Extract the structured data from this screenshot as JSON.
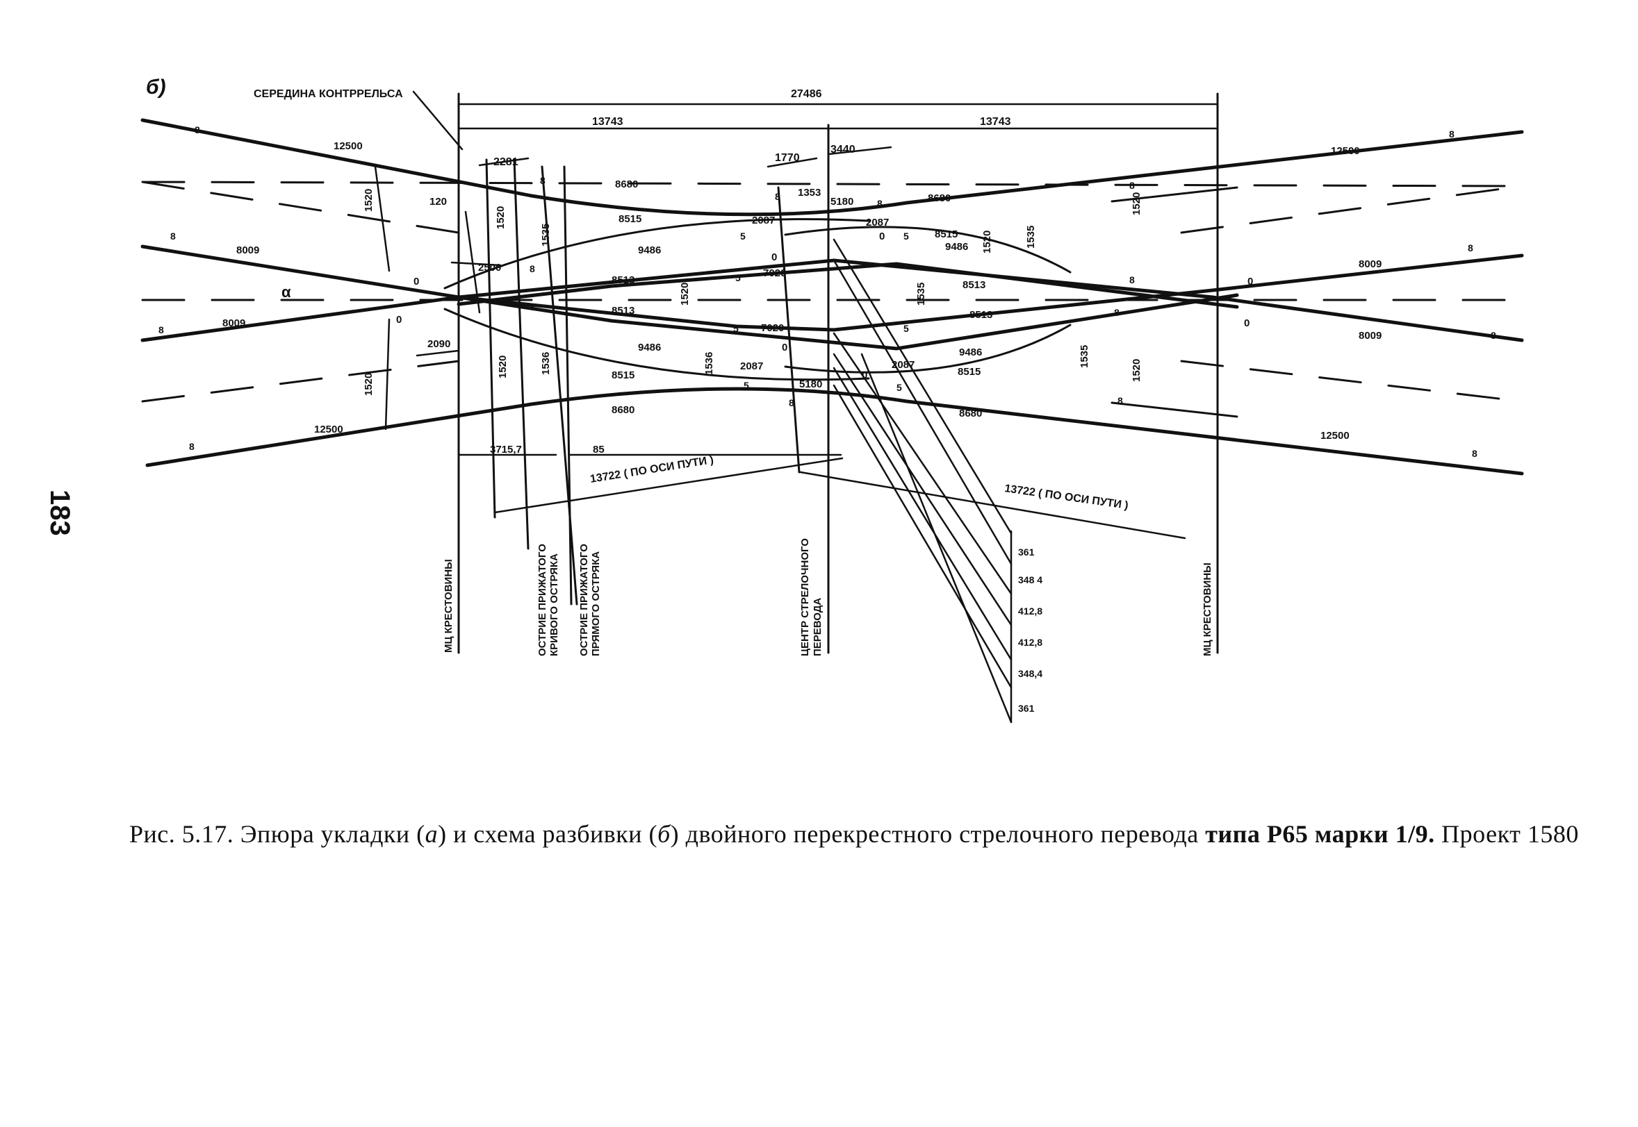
{
  "panel_letter": "б)",
  "page_number": "183",
  "caption": {
    "prefix": "Рис. 5.17. Эпюра укладки (",
    "a": "а",
    "middle": ") и схема разбивки (",
    "b": "б",
    "suffix_regular": ") двойного перекрестного стрелочного перевода ",
    "suffix_bold": "типа Р65 марки 1/9.",
    "tail": " Проект 1580"
  },
  "labels": {
    "contrarail_middle": "СЕРЕДИНА КОНТРРЕЛЬСА",
    "overall": "27486",
    "half_left": "13743",
    "half_right": "13743",
    "d2281": "2281",
    "d1770": "1770",
    "d3440": "3440",
    "d1353": "1353",
    "d5180_top": "5180",
    "d5180_bot": "5180",
    "d120": "120",
    "d2500": "2500",
    "d2090": "2090",
    "d3715": "3715,7",
    "d85": "85",
    "axis_left": "13722 ( ПО ОСИ ПУТИ )",
    "axis_right": "13722 ( ПО ОСИ ПУТИ )",
    "alpha": "α",
    "len12500": "12500",
    "len8009": "8009",
    "len8680": "8680",
    "len8515": "8515",
    "len8513": "8513",
    "len9486": "9486",
    "len7020": "7020",
    "len2087": "2087",
    "g1520": "1520",
    "g1535": "1535",
    "g1536": "1536",
    "n8": "8",
    "n5": "5",
    "n0": "0"
  },
  "vertical_labels": {
    "mc_left": "МЦ КРЕСТОВИНЫ",
    "ostrie_krivogo_1": "ОСТРИЕ ПРИЖАТОГО",
    "ostrie_krivogo_2": "КРИВОГО ОСТРЯКА",
    "ostrie_pryamogo_1": "ОСТРИЕ ПРИЖАТОГО",
    "ostrie_pryamogo_2": "ПРЯМОГО ОСТРЯКА",
    "center_1": "ЦЕНТР СТРЕЛОЧНОГО",
    "center_2": "ПЕРЕВОДА",
    "mc_right": "МЦ КРЕСТОВИНЫ"
  },
  "ordinates": [
    "361",
    "348 4",
    "412,8",
    "412,8",
    "348,4",
    "361"
  ]
}
